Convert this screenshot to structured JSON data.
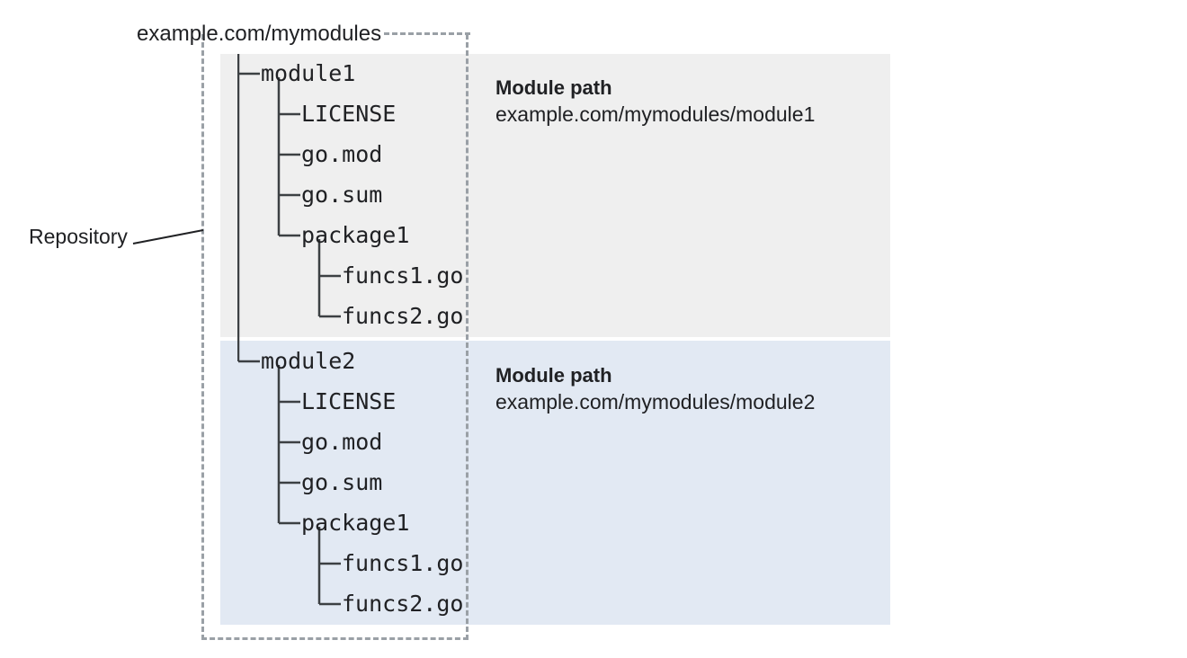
{
  "diagram": {
    "root_path_label": "example.com/mymodules",
    "repository_label": "Repository",
    "colors": {
      "module1_band": "#efefef",
      "module2_band": "#e2e9f3",
      "dashed_border": "#9aa0a6",
      "text": "#202124"
    },
    "modules": [
      {
        "name": "module1",
        "path_title": "Module path",
        "path_value": "example.com/mymodules/module1",
        "tree": [
          {
            "depth": 1,
            "connector": "├─",
            "label": "module1"
          },
          {
            "depth": 2,
            "connector": "├─",
            "label": "LICENSE"
          },
          {
            "depth": 2,
            "connector": "├─",
            "label": "go.mod"
          },
          {
            "depth": 2,
            "connector": "├─",
            "label": "go.sum"
          },
          {
            "depth": 2,
            "connector": "└─",
            "label": "package1"
          },
          {
            "depth": 3,
            "connector": "├─",
            "label": "funcs1.go"
          },
          {
            "depth": 3,
            "connector": "└─",
            "label": "funcs2.go"
          }
        ]
      },
      {
        "name": "module2",
        "path_title": "Module path",
        "path_value": "example.com/mymodules/module2",
        "tree": [
          {
            "depth": 1,
            "connector": "└─",
            "label": "module2"
          },
          {
            "depth": 2,
            "connector": "├─",
            "label": "LICENSE"
          },
          {
            "depth": 2,
            "connector": "├─",
            "label": "go.mod"
          },
          {
            "depth": 2,
            "connector": "├─",
            "label": "go.sum"
          },
          {
            "depth": 2,
            "connector": "└─",
            "label": "package1"
          },
          {
            "depth": 3,
            "connector": "├─",
            "label": "funcs1.go"
          },
          {
            "depth": 3,
            "connector": "└─",
            "label": "funcs2.go"
          }
        ]
      }
    ]
  }
}
